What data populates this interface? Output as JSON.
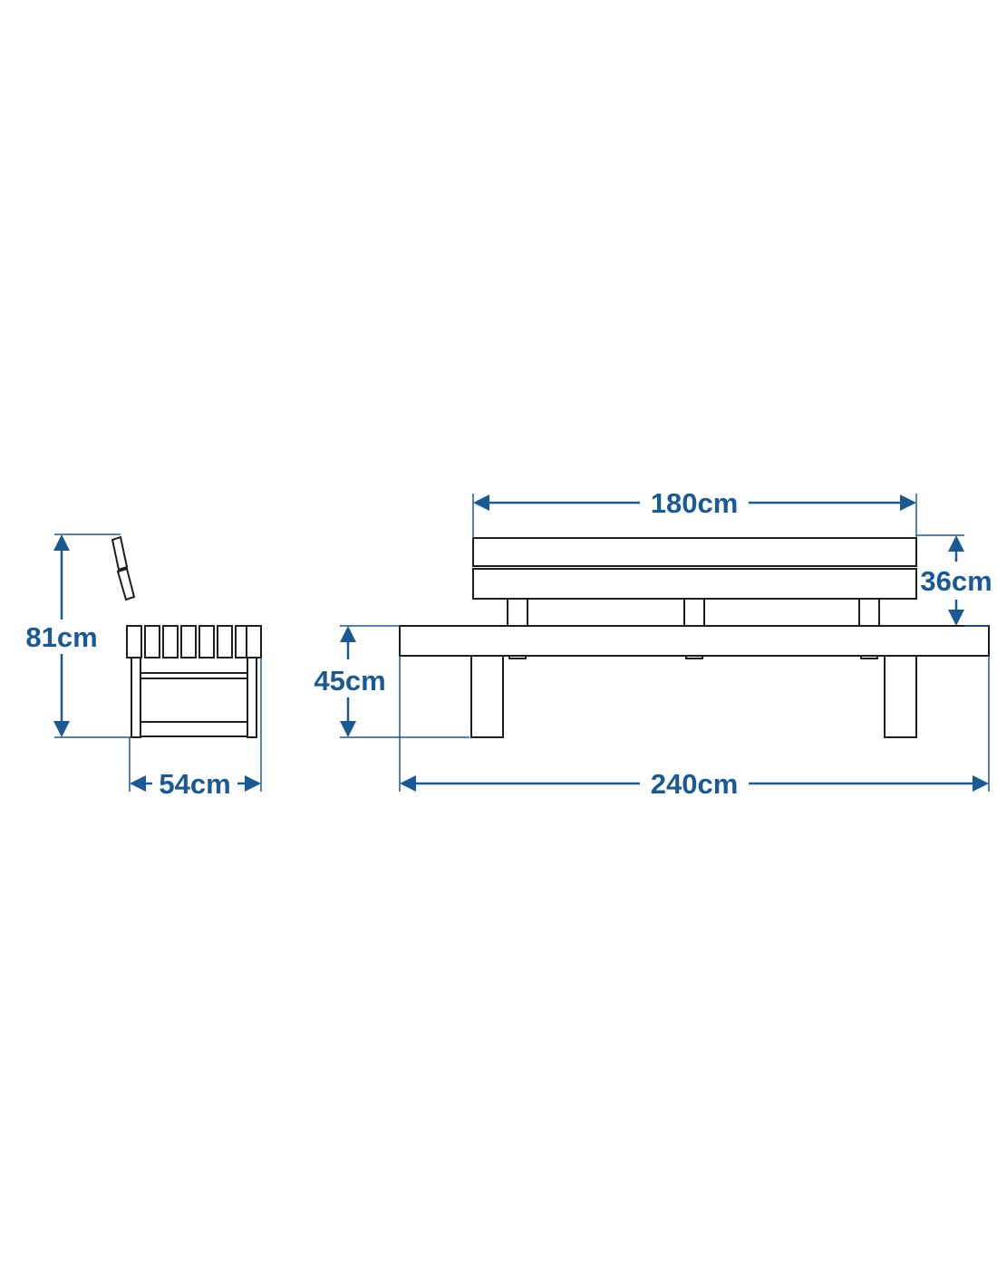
{
  "colors": {
    "dimension": "#1a5a94",
    "outline": "#1e1e1e",
    "background": "#ffffff"
  },
  "side_view": {
    "height_label": "81cm",
    "depth_label": "54cm"
  },
  "front_view": {
    "backrest_width_label": "180cm",
    "backrest_height_label": "36cm",
    "seat_height_label": "45cm",
    "total_length_label": "240cm"
  }
}
